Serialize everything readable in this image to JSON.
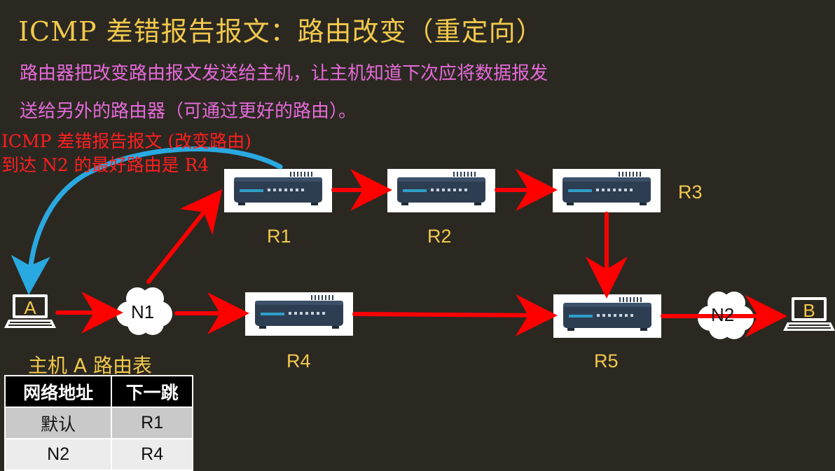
{
  "title": "ICMP 差错报告报文：路由改变（重定向）",
  "description": {
    "line1": "路由器把改变路由报文发送给主机，让主机知道下次应将数据报发",
    "line2": "送给另外的路由器（可通过更好的路由）。"
  },
  "note": {
    "line1": "ICMP 差错报告报文 (改变路由)",
    "line2": "到达 N2 的最好路由是 R4"
  },
  "routers": {
    "r1": "R1",
    "r2": "R2",
    "r3": "R3",
    "r4": "R4",
    "r5": "R5"
  },
  "networks": {
    "n1": "N1",
    "n2": "N2"
  },
  "hosts": {
    "a": "A",
    "b": "B"
  },
  "routing_table": {
    "caption": "主机 A 路由表",
    "headers": [
      "网络地址",
      "下一跳"
    ],
    "rows": [
      [
        "默认",
        "R1"
      ],
      [
        "N2",
        "R4"
      ]
    ]
  },
  "colors": {
    "title": "#f2c94c",
    "description": "#e56bd8",
    "note": "#ff1f1f",
    "arrow": "#ff0000",
    "redirect_arrow": "#29a9e1",
    "background": "#2b2822"
  }
}
